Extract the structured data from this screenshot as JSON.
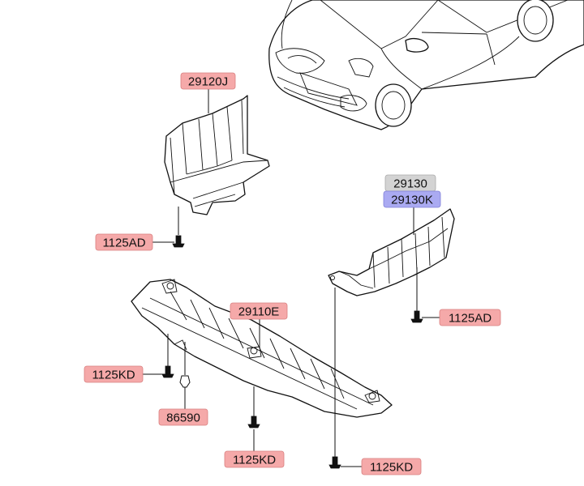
{
  "colors": {
    "part_label_fill": "#f5a9a9",
    "part_label_stroke": "#d98080",
    "gray_label_fill": "#d3d3d3",
    "gray_label_stroke": "#aaaaaa",
    "blue_label_fill": "#aaaaf2",
    "blue_label_stroke": "#8080d8",
    "line": "#111111"
  },
  "labels": {
    "p29120J": "29120J",
    "p29130": "29130",
    "p29130K": "29130K",
    "p1125AD_left": "1125AD",
    "p1125AD_right": "1125AD",
    "p29110E": "29110E",
    "p1125KD_left": "1125KD",
    "p86590": "86590",
    "p1125KD_mid": "1125KD",
    "p1125KD_right": "1125KD"
  }
}
